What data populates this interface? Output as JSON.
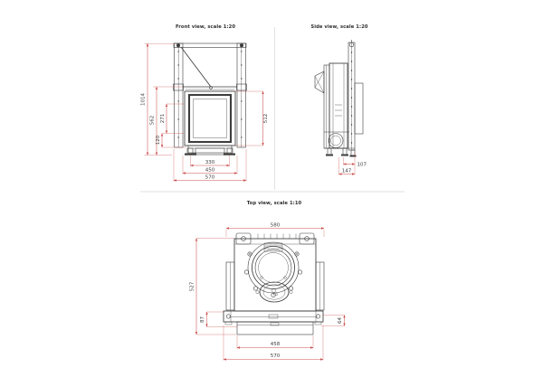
{
  "page": {
    "colors": {
      "background": "#ffffff",
      "drawing_ink": "#3d3d3d",
      "dimension_red": "#c9504e",
      "dimension_text": "#3f3f3f",
      "divider_gray": "#e0e0e0"
    }
  },
  "views": {
    "front": {
      "title": "Front view, scale 1:20",
      "dims": {
        "overall_height": "1014",
        "lintel_to_floor": "562",
        "mid_section": "271",
        "base_section": "120",
        "door_height": "512",
        "inner_width": "330",
        "mid_width": "450",
        "overall_width": "570"
      }
    },
    "side": {
      "title": "Side view, scale 1:20",
      "dims": {
        "rear_depth": "147",
        "rail_offset": "107"
      }
    },
    "top": {
      "title": "Top view, scale 1:10",
      "dims": {
        "overall_width": "580",
        "overall_depth": "527",
        "front_left_offset": "87",
        "front_right_offset": "64",
        "door_width": "458",
        "frame_width": "570"
      }
    }
  }
}
